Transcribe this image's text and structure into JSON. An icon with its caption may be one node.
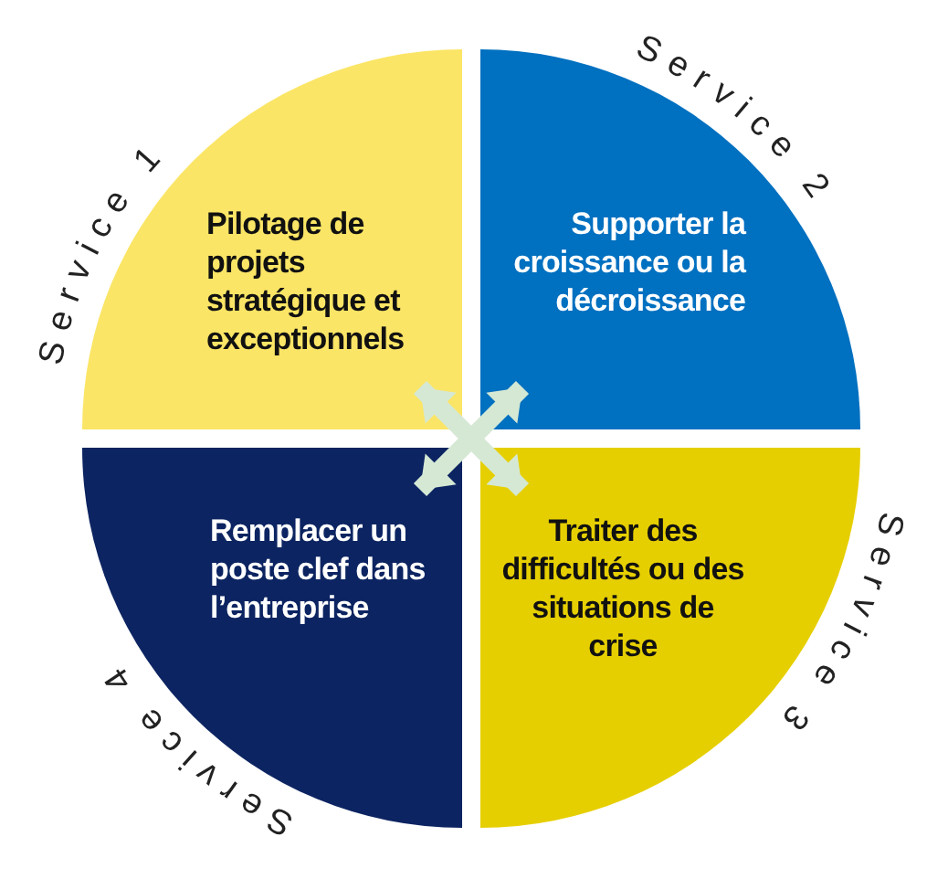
{
  "diagram": {
    "nodes": [
      {
        "text": [
          "Pilotage de projets stratégique et exceptionnels"
        ]
      },
      {
        "text": [
          "Supporter la croissance ou la décroissance"
        ]
      },
      {
        "text": [
          "Remplacer un poste clef dans l’entreprise"
        ]
      },
      {
        "text": [
          "Traiter des difficultés ou des situations de crise"
        ]
      }
    ],
    "edges": [
      {
        "from": 0,
        "to": 3,
        "arrow": "both"
      },
      {
        "from": 1,
        "to": 2,
        "arrow": "both"
      }
    ],
    "labels": [
      "Service 1",
      "Service 2",
      "Service 3",
      "Service 4"
    ]
  }
}
